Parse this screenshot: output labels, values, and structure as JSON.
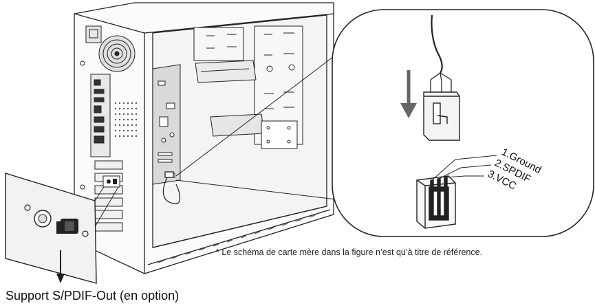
{
  "pins": {
    "pin1": "1.Ground",
    "pin2": "2.SPDIF",
    "pin3": "3.VCC"
  },
  "footnote": "* Le schéma de carte mère dans la figure n’est qu’à titre de référence.",
  "caption": "Support S/PDIF-Out (en option)",
  "colors": {
    "line": "#222222",
    "board": "#d9d9d9",
    "panel": "#f2f2f2"
  }
}
